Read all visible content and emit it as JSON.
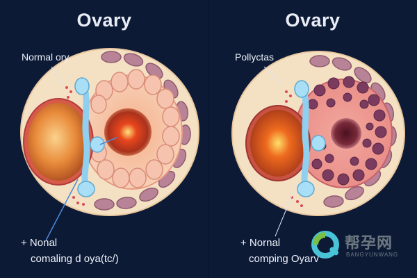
{
  "left_panel": {
    "title": "Ovary",
    "label_top": "Normal ory",
    "label_bottom_1": "+ Nonal",
    "label_bottom_2": "comaling d oya(tc/)"
  },
  "right_panel": {
    "title": "Ovary",
    "label_top": "Pollyctas",
    "label_bottom_1": "+ Nornal",
    "label_bottom_2": "comping Oyarv"
  },
  "watermark": {
    "text_cn": "帮孕网",
    "text_en": "BANGYUNWANG"
  },
  "colors": {
    "background": "#0c1a36",
    "outer_capsule": "#f4e0c2",
    "follicle_ring": "#f2b7a6",
    "duct": "#8fd0f0"
  }
}
